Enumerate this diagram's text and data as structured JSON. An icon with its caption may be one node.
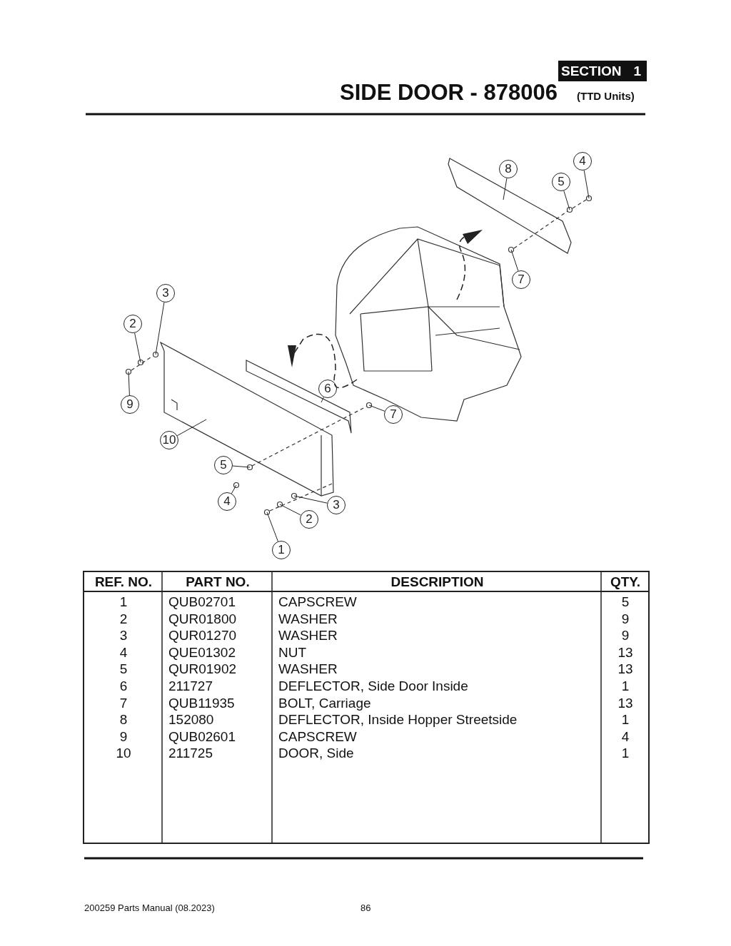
{
  "diagram": {
    "title": "SIDE DOOR - 878006",
    "nodes": [
      {
        "text": [
          "8"
        ]
      },
      {
        "text": [
          "4"
        ]
      },
      {
        "text": [
          "5"
        ]
      },
      {
        "text": [
          "7"
        ]
      },
      {
        "text": [
          "3"
        ]
      },
      {
        "text": [
          "2"
        ]
      },
      {
        "text": [
          "9"
        ]
      },
      {
        "text": [
          "10"
        ]
      },
      {
        "text": [
          "6"
        ]
      },
      {
        "text": [
          "7"
        ]
      },
      {
        "text": [
          "5"
        ]
      },
      {
        "text": [
          "4"
        ]
      },
      {
        "text": [
          "3"
        ]
      },
      {
        "text": [
          "2"
        ]
      },
      {
        "text": [
          "1"
        ]
      }
    ],
    "edges": [
      {
        "from": 0,
        "to": null,
        "arrow": "none"
      },
      {
        "from": 1,
        "to": null,
        "arrow": "none"
      },
      {
        "from": 2,
        "to": null,
        "arrow": "none"
      },
      {
        "from": 3,
        "to": null,
        "arrow": "none"
      },
      {
        "from": 4,
        "to": null,
        "arrow": "none"
      },
      {
        "from": 5,
        "to": null,
        "arrow": "none"
      },
      {
        "from": 6,
        "to": null,
        "arrow": "none"
      },
      {
        "from": 7,
        "to": null,
        "arrow": "none"
      },
      {
        "from": 8,
        "to": null,
        "arrow": "none"
      },
      {
        "from": 9,
        "to": null,
        "arrow": "none"
      },
      {
        "from": 10,
        "to": null,
        "arrow": "none"
      },
      {
        "from": 11,
        "to": null,
        "arrow": "none"
      },
      {
        "from": 12,
        "to": null,
        "arrow": "none"
      },
      {
        "from": 13,
        "to": null,
        "arrow": "none"
      },
      {
        "from": 14,
        "to": null,
        "arrow": "none"
      }
    ],
    "labels": [
      "SECTION",
      "1",
      "(TTD Units)",
      "REF. NO.",
      "PART NO.",
      "DESCRIPTION",
      "QTY.",
      "1",
      "QUB02701",
      "CAPSCREW",
      "5",
      "2",
      "QUR01800",
      "WASHER",
      "9",
      "3",
      "QUR01270",
      "WASHER",
      "9",
      "4",
      "QUE01302",
      "NUT",
      "13",
      "5",
      "QUR01902",
      "WASHER",
      "13",
      "6",
      "211727",
      "DEFLECTOR, Side Door Inside",
      "1",
      "7",
      "QUB11935",
      "BOLT, Carriage",
      "13",
      "8",
      "152080",
      "DEFLECTOR, Inside Hopper Streetside",
      "1",
      "9",
      "QUB02601",
      "CAPSCREW",
      "4",
      "10",
      "211725",
      "DOOR, Side",
      "1",
      "200259 Parts Manual (08.2023)",
      "86"
    ]
  }
}
